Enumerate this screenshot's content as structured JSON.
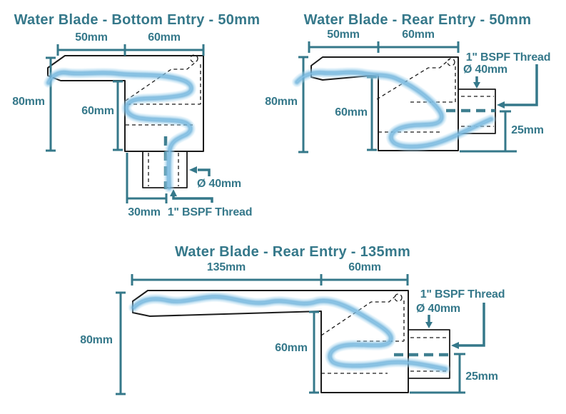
{
  "colors": {
    "accent": "#35788a",
    "ink": "#1b1b1b",
    "water_core": "#4e9ecd",
    "water_light": "#a5d4ee",
    "background": "#ffffff"
  },
  "diagrams": [
    {
      "id": "bottom-entry-50mm",
      "title": "Water Blade - Bottom Entry - 50mm",
      "labels": {
        "width_left": "50mm",
        "width_right": "60mm",
        "height": "80mm",
        "inner_height": "60mm",
        "bottom_offset": "30mm",
        "pipe_diameter": "Ø 40mm",
        "thread": "1\" BSPF Thread"
      }
    },
    {
      "id": "rear-entry-50mm",
      "title": "Water Blade - Rear Entry - 50mm",
      "labels": {
        "width_left": "50mm",
        "width_right": "60mm",
        "height": "80mm",
        "inner_height": "60mm",
        "pipe_diameter": "Ø 40mm",
        "thread": "1\" BSPF Thread",
        "pipe_center_offset": "25mm"
      }
    },
    {
      "id": "rear-entry-135mm",
      "title": "Water Blade - Rear Entry - 135mm",
      "labels": {
        "width_left": "135mm",
        "width_right": "60mm",
        "height": "80mm",
        "inner_height": "60mm",
        "pipe_diameter": "Ø 40mm",
        "thread": "1\" BSPF Thread",
        "pipe_center_offset": "25mm"
      }
    }
  ]
}
